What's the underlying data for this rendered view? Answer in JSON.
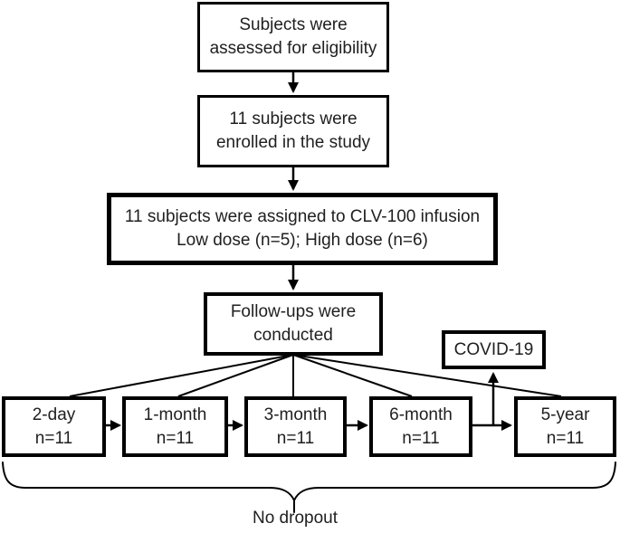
{
  "diagram": {
    "type": "flowchart",
    "description": "Clinical study subject flow diagram",
    "boxes": {
      "eligibility": {
        "line1": "Subjects were",
        "line2": "assessed for eligibility"
      },
      "enrolled": {
        "line1": "11 subjects were",
        "line2": "enrolled in the study"
      },
      "assigned": {
        "line1": "11 subjects were assigned to CLV-100 infusion",
        "line2": "Low dose (n=5); High dose (n=6)"
      },
      "followups": {
        "line1": "Follow-ups were",
        "line2": "conducted"
      },
      "covid": {
        "label": "COVID-19"
      },
      "timepoints": [
        {
          "label": "2-day",
          "n": "n=11"
        },
        {
          "label": "1-month",
          "n": "n=11"
        },
        {
          "label": "3-month",
          "n": "n=11"
        },
        {
          "label": "6-month",
          "n": "n=11"
        },
        {
          "label": "5-year",
          "n": "n=11"
        }
      ]
    },
    "brace_label": "No dropout",
    "colors": {
      "line": "#000000",
      "border": "#000000",
      "text": "#1f1f1f",
      "background": "#ffffff"
    }
  }
}
